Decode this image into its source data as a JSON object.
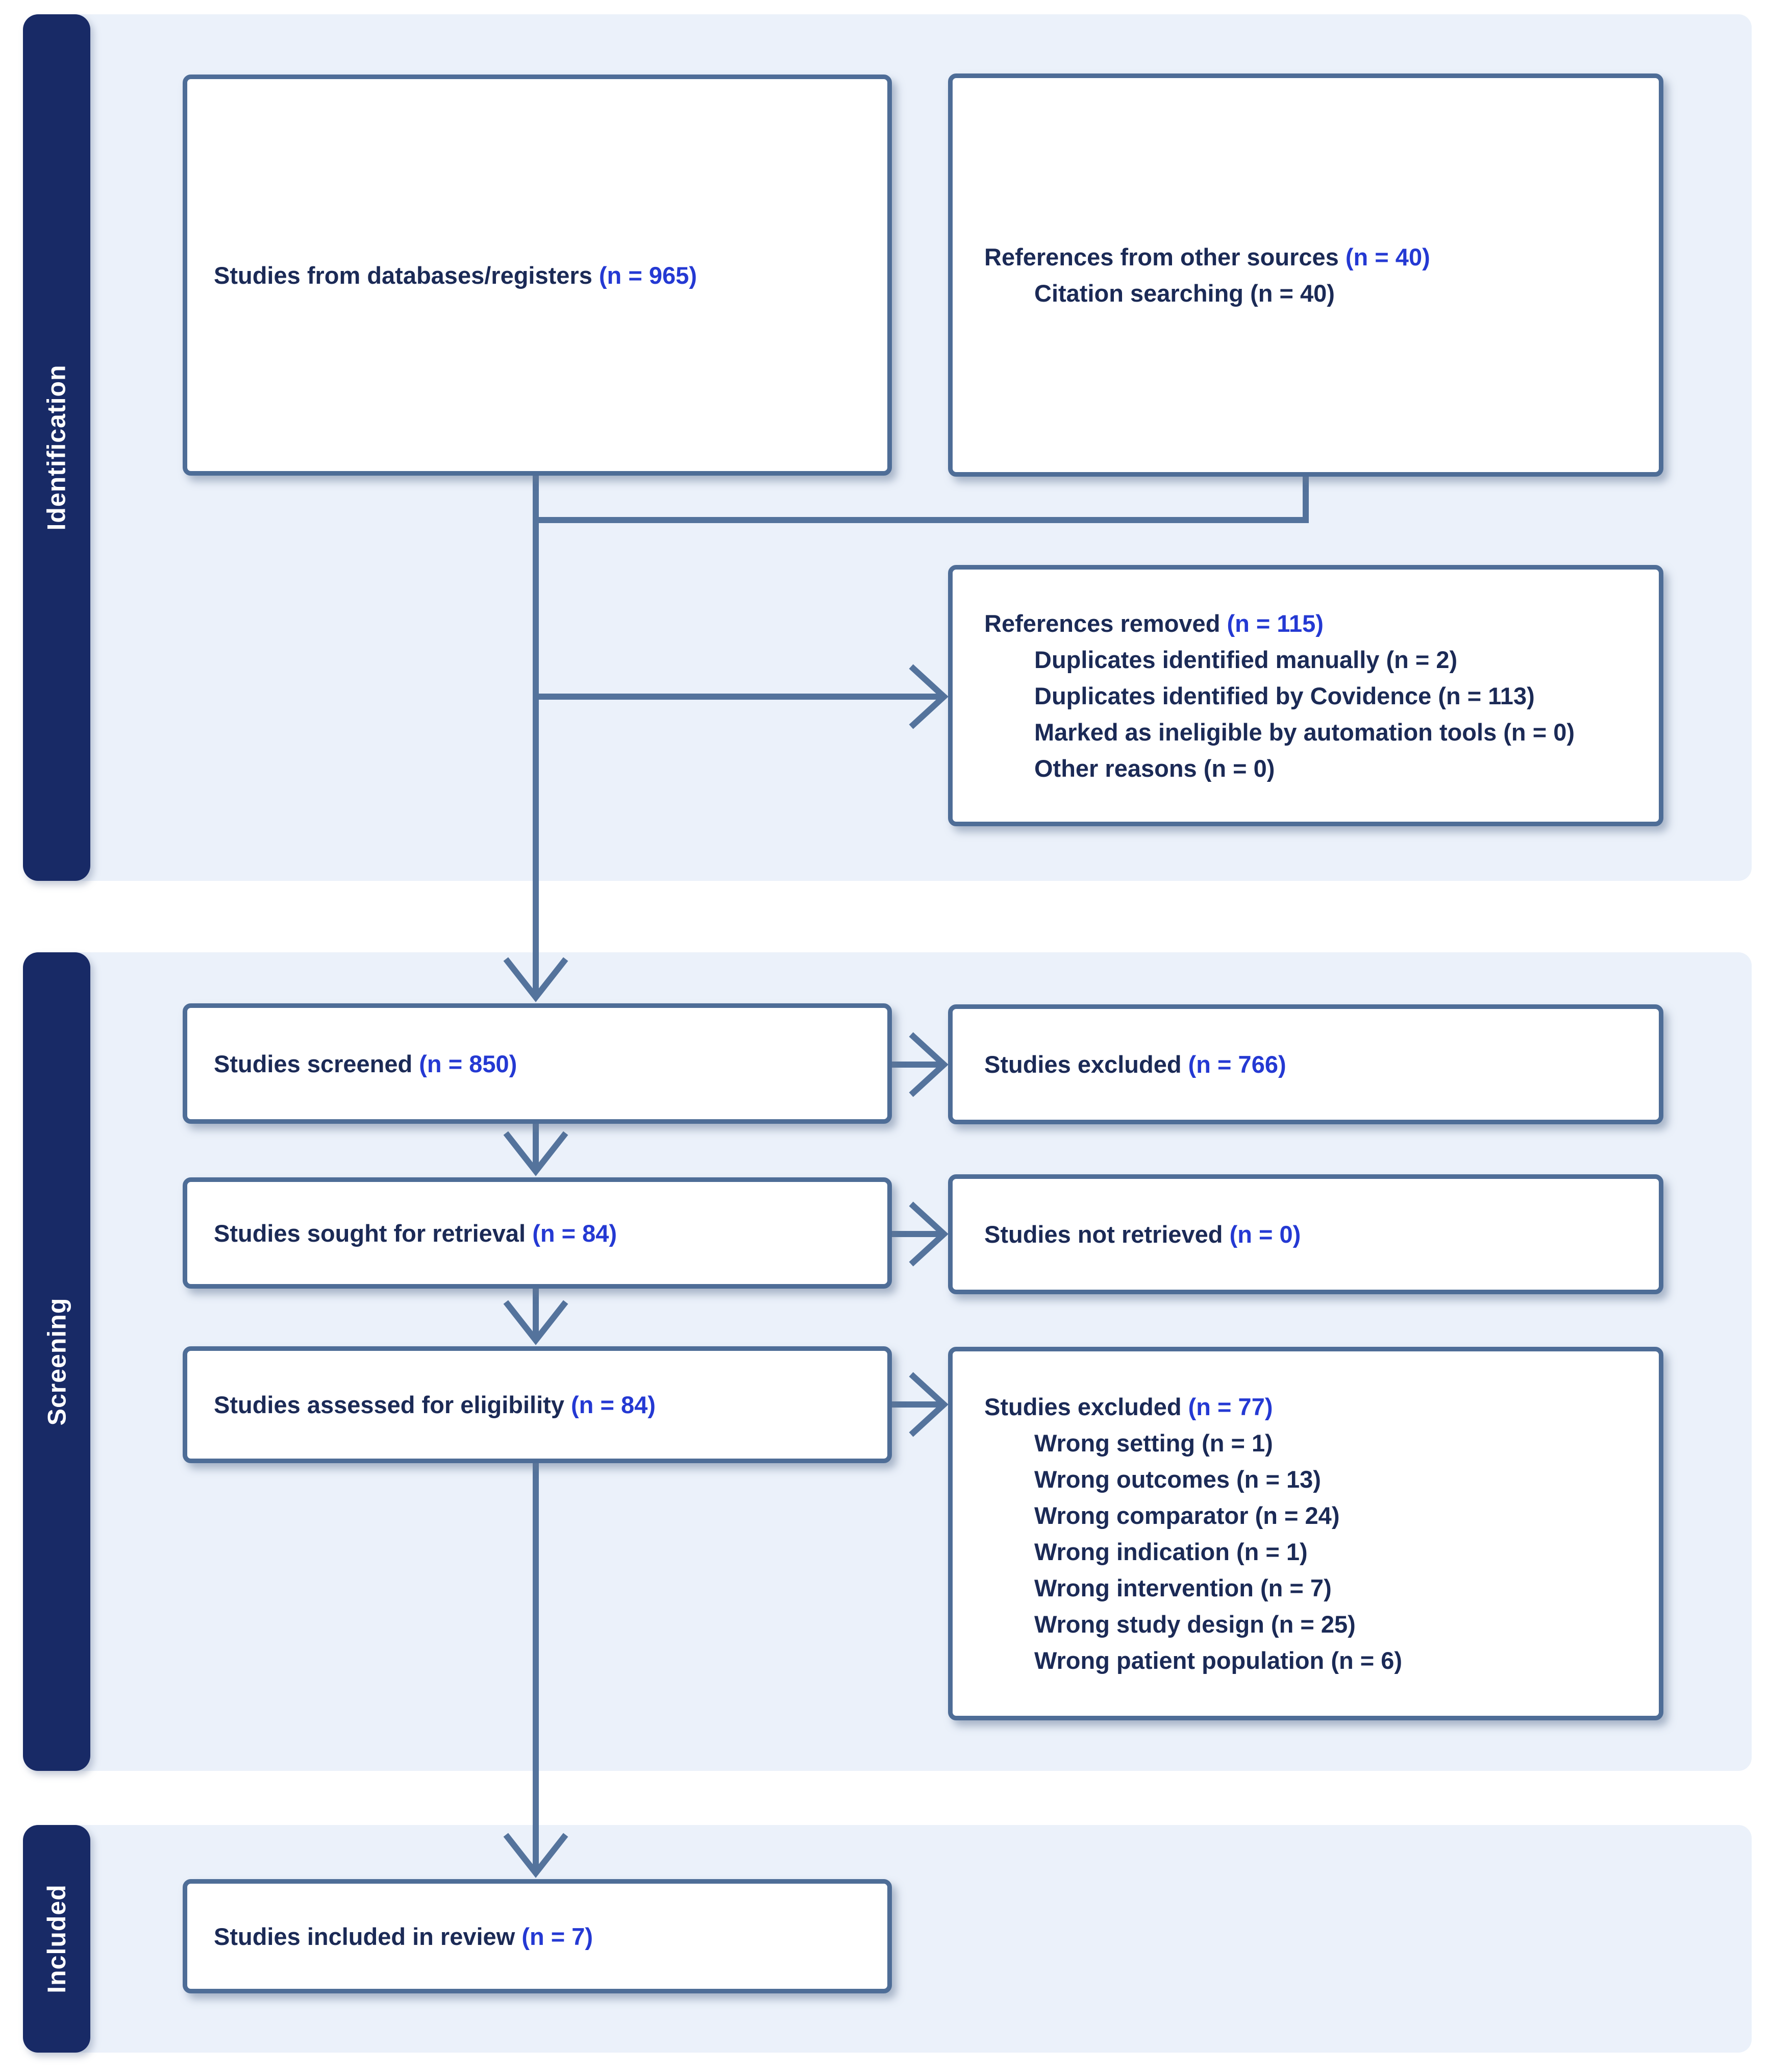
{
  "colors": {
    "sidebar_navy": "#182a66",
    "panel_blue": "#ebf1fa",
    "box_border": "#4e6d97",
    "connector": "#54739c",
    "text_navy": "#1b2a56",
    "count_blue": "#2439d3",
    "box_fill": "#ffffff"
  },
  "sidebar": {
    "sections": [
      {
        "label": "Identification"
      },
      {
        "label": "Screening"
      },
      {
        "label": "Included"
      }
    ]
  },
  "boxes": {
    "databases": {
      "label": "Studies from databases/registers ",
      "count": "(n = 965)"
    },
    "other_sources": {
      "label": "References from other sources ",
      "count": "(n = 40)",
      "subitems": [
        "Citation searching (n = 40)"
      ]
    },
    "references_removed": {
      "label": "References removed ",
      "count": "(n = 115)",
      "subitems": [
        "Duplicates identified manually (n = 2)",
        "Duplicates identified by Covidence (n = 113)",
        "Marked as ineligible by automation tools (n = 0)",
        "Other reasons (n = 0)"
      ]
    },
    "screened": {
      "label": "Studies screened ",
      "count": "(n = 850)"
    },
    "excluded_screening": {
      "label": "Studies excluded ",
      "count": "(n = 766)"
    },
    "sought": {
      "label": "Studies sought for retrieval ",
      "count": "(n = 84)"
    },
    "not_retrieved": {
      "label": "Studies not retrieved ",
      "count": "(n = 0)"
    },
    "assessed": {
      "label": "Studies assessed for eligibility ",
      "count": "(n = 84)"
    },
    "excluded_eligibility": {
      "label": "Studies excluded ",
      "count": "(n = 77)",
      "subitems": [
        "Wrong setting (n = 1)",
        "Wrong outcomes (n = 13)",
        "Wrong comparator (n = 24)",
        "Wrong indication (n = 1)",
        "Wrong intervention (n = 7)",
        "Wrong study design (n = 25)",
        "Wrong patient population (n = 6)"
      ]
    },
    "included": {
      "label": "Studies included in review ",
      "count": "(n = 7)"
    }
  }
}
